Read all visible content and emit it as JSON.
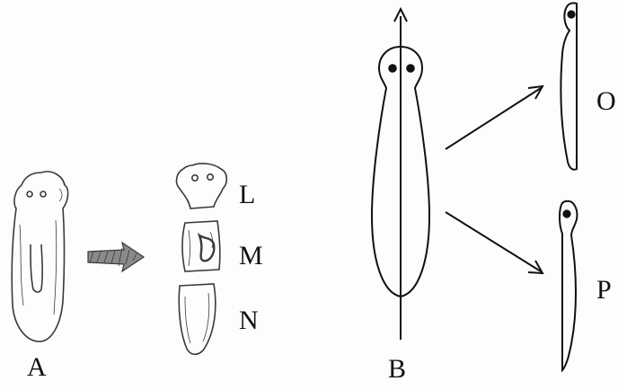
{
  "labels": {
    "A": "A",
    "B": "B",
    "L": "L",
    "M": "M",
    "N": "N",
    "O": "O",
    "P": "P"
  },
  "colors": {
    "ink": "#111111",
    "sketch": "#3a3a3a",
    "arrow_fill": "#8a8a8a",
    "background": "#fdfdfb"
  }
}
